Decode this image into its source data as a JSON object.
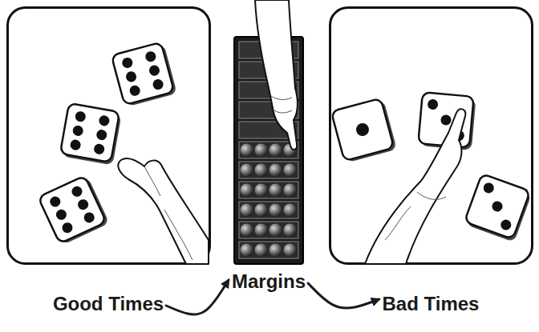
{
  "diagram": {
    "nodes": [
      {
        "text": [
          "Good Times"
        ]
      },
      {
        "text": [
          "Margins"
        ]
      },
      {
        "text": [
          "Bad Times"
        ]
      }
    ],
    "edges": [
      {
        "from": 0,
        "to": 1,
        "arrow": "to"
      },
      {
        "from": 1,
        "to": 2,
        "arrow": "to"
      }
    ]
  }
}
